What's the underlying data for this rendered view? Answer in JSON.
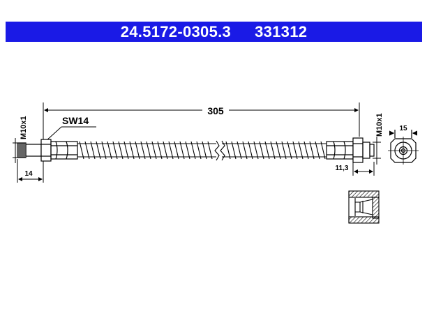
{
  "header": {
    "part_number": "24.5172-0305.3",
    "ref_number": "331312",
    "background": "#1a1ae6",
    "text_color": "#ffffff"
  },
  "drawing": {
    "length_label": "305",
    "wrench_label": "SW14",
    "thread_left_label": "M10x1",
    "thread_right_label": "M10x1",
    "left_fitting_length_label": "14",
    "right_fitting_length_label": "11,3",
    "end_view_diameter_label": "15"
  }
}
